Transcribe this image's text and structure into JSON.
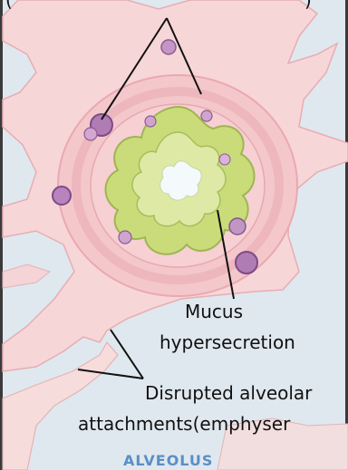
{
  "labels": {
    "top_partial": "(",
    "top_partial_right": ")",
    "mucus_line1": "Mucus",
    "mucus_line2": "hypersecretion",
    "disrupted_line1": "Disrupted alveolar",
    "disrupted_line2": "attachments(emphyser",
    "alveolus": "ALVEOLUS"
  },
  "colors": {
    "background_tissue": "#fbe3e4",
    "alveolar_space": "#dde8ef",
    "airway_wall": "#f1b7bc",
    "mucosa_green": "#c8dc7a",
    "lumen": "#f4f9fb",
    "label_blue": "#5b8fc6",
    "gland_purple": "#a06aa8"
  }
}
